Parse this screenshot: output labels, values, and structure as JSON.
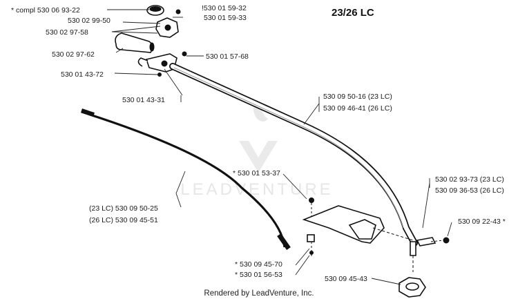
{
  "title": "23/26 LC",
  "watermark": "LEADVENTURE",
  "footer": "Rendered by LeadVenture, Inc.",
  "labels": {
    "compl": "*  compl 530 06 93-22",
    "p1": "!530 01 59-32",
    "p2": "530 01 59-33",
    "p3": "530 02 99-50",
    "p4": "530 02 97-58",
    "p5": "530 02 97-62",
    "p6": "530 01 57-68",
    "p7": "530 01 43-72",
    "p8": "530 01 43-31",
    "p9": "530 09 50-16 (23 LC)",
    "p10": "530 09 46-41 (26 LC)",
    "p11": "*  530 01 53-37",
    "p12": "530 02 93-73 (23 LC)",
    "p13": "530 09 36-53 (26 LC)",
    "p14": "530 09 22-43  *",
    "p15": "(23 LC) 530 09 50-25",
    "p16": "(26 LC) 530 09 45-51",
    "p17": "*  530 09 45-70",
    "p18": "*  530 01 56-53",
    "p19": "530 09 45-43"
  }
}
